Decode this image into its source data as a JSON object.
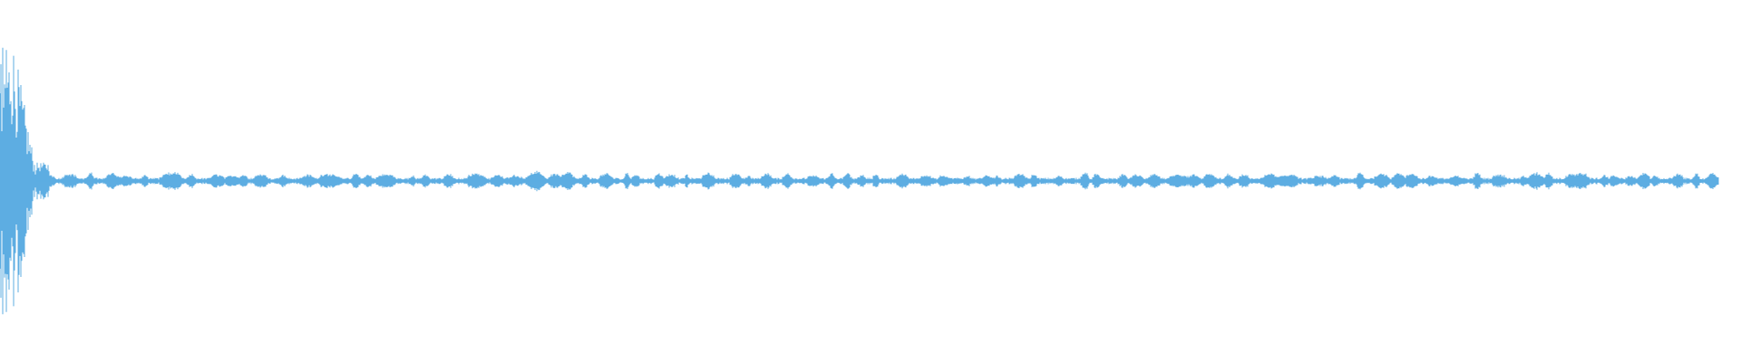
{
  "waveform": {
    "color": "#5dade2",
    "background": "#ffffff",
    "description_visible_text": "",
    "segments": {
      "burst": {
        "peak_amplitude": 1.0
      },
      "tail": {
        "base_amplitude": 0.015,
        "bump_amplitude": 0.045
      }
    }
  }
}
